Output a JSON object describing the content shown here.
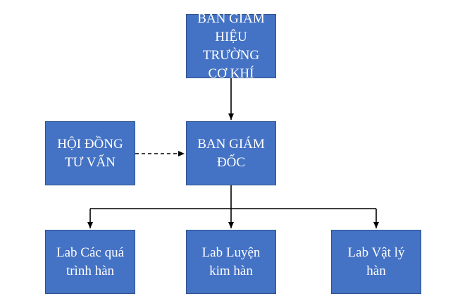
{
  "nodes": {
    "top": {
      "label": "BAN GIÁM\nHIỆU TRƯỜNG\nCƠ KHÍ"
    },
    "mid": {
      "label": "BAN GIÁM\nĐỐC"
    },
    "left": {
      "label": "HỘI ĐỒNG\nTƯ VẤN"
    },
    "lab1": {
      "label": "Lab Các quá\ntrình hàn"
    },
    "lab2": {
      "label": "Lab Luyện\nkim hàn"
    },
    "lab3": {
      "label": "Lab Vật lý\nhàn"
    }
  },
  "colors": {
    "box_fill": "#4472c4",
    "box_border": "#2f528f",
    "text": "#ffffff",
    "connector": "#000000"
  }
}
